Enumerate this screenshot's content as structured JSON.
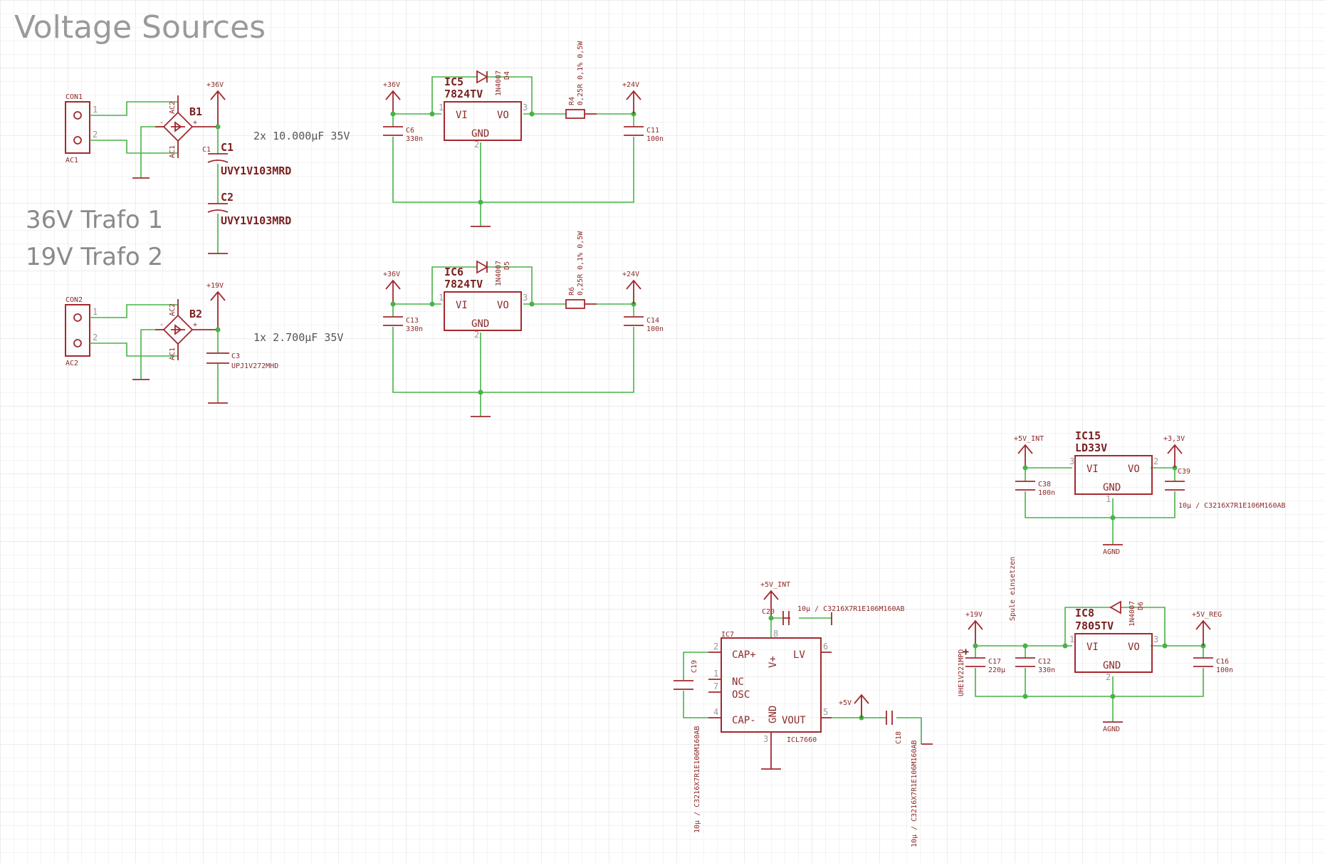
{
  "sheet": {
    "title": "Voltage Sources",
    "notes": {
      "trafo1": "36V Trafo 1",
      "trafo2": "19V Trafo 2",
      "cap1": "2x 10.000µF 35V",
      "cap2": "1x 2.700µF 35V",
      "coil": "Spule einsetzen"
    }
  },
  "connectors": [
    {
      "ref": "CON1",
      "net": "AC1",
      "pin1": "1",
      "pin2": "2"
    },
    {
      "ref": "CON2",
      "net": "AC2",
      "pin1": "1",
      "pin2": "2"
    }
  ],
  "bridges": [
    {
      "ref": "B1",
      "ac1": "AC1",
      "ac2": "AC2",
      "plus": "+",
      "minus": "-"
    },
    {
      "ref": "B2",
      "ac1": "AC1",
      "ac2": "AC2",
      "plus": "+",
      "minus": "-"
    }
  ],
  "bulk_caps": [
    {
      "ref": "C1",
      "value": "UVY1V103MRD"
    },
    {
      "ref": "C2",
      "value": "UVY1V103MRD"
    },
    {
      "ref": "C3",
      "value": "UPJ1V272MHD"
    }
  ],
  "supplies": {
    "p36": "+36V",
    "p19": "+19V",
    "p24": "+24V",
    "p5int": "+5V_INT",
    "p33": "+3,3V",
    "p5reg": "+5V_REG",
    "p5": "+5V",
    "agnd": "AGND"
  },
  "regulators": [
    {
      "ref": "IC5",
      "value": "7824TV",
      "vi": "VI",
      "vo": "VO",
      "gnd": "GND",
      "p1": "1",
      "p2": "2",
      "p3": "3"
    },
    {
      "ref": "IC6",
      "value": "7824TV",
      "vi": "VI",
      "vo": "VO",
      "gnd": "GND",
      "p1": "1",
      "p2": "2",
      "p3": "3"
    },
    {
      "ref": "IC15",
      "value": "LD33V",
      "vi": "VI",
      "vo": "VO",
      "gnd": "GND",
      "p1": "1",
      "p2": "2",
      "p3": "3"
    },
    {
      "ref": "IC8",
      "value": "7805TV",
      "vi": "VI",
      "vo": "VO",
      "gnd": "GND",
      "p1": "1",
      "p2": "2",
      "p3": "3"
    }
  ],
  "diodes": [
    {
      "ref": "D4",
      "value": "1N4007"
    },
    {
      "ref": "D5",
      "value": "1N4007"
    },
    {
      "ref": "D6",
      "value": "1N4007"
    }
  ],
  "resistors": [
    {
      "ref": "R4",
      "value": "0,25R 0,1% 0,5W"
    },
    {
      "ref": "R6",
      "value": "0,25R 0,1% 0,5W"
    }
  ],
  "caps": [
    {
      "ref": "C6",
      "value": "330n"
    },
    {
      "ref": "C11",
      "value": "100n"
    },
    {
      "ref": "C13",
      "value": "330n"
    },
    {
      "ref": "C14",
      "value": "100n"
    },
    {
      "ref": "C38",
      "value": "100n"
    },
    {
      "ref": "C39",
      "value": "10µ / C3216X7R1E106M160AB"
    },
    {
      "ref": "C17",
      "value": "220µ",
      "part": "UHE1V221MPD"
    },
    {
      "ref": "C12",
      "value": "330n"
    },
    {
      "ref": "C16",
      "value": "100n"
    },
    {
      "ref": "C20",
      "value": "10µ / C3216X7R1E106M160AB"
    },
    {
      "ref": "C19",
      "value": "10µ / C3216X7R1E106M160AB"
    },
    {
      "ref": "C18",
      "value": "10µ / C3216X7R1E106M160AB"
    }
  ],
  "ic7": {
    "ref": "IC7",
    "value": "ICL7660",
    "pins": {
      "cap_plus": "CAP+",
      "nc": "NC",
      "osc": "OSC",
      "cap_minus": "CAP-",
      "vplus": "V+",
      "lv": "LV",
      "gnd": "GND",
      "vout": "VOUT"
    },
    "nums": {
      "p2": "2",
      "p1": "1",
      "p7": "7",
      "p4": "4",
      "p8": "8",
      "p6": "6",
      "p5": "5",
      "p3": "3"
    }
  },
  "colors": {
    "wire": "#47b347",
    "symbol": "#a3292e",
    "grid": "#e6e6e6"
  }
}
